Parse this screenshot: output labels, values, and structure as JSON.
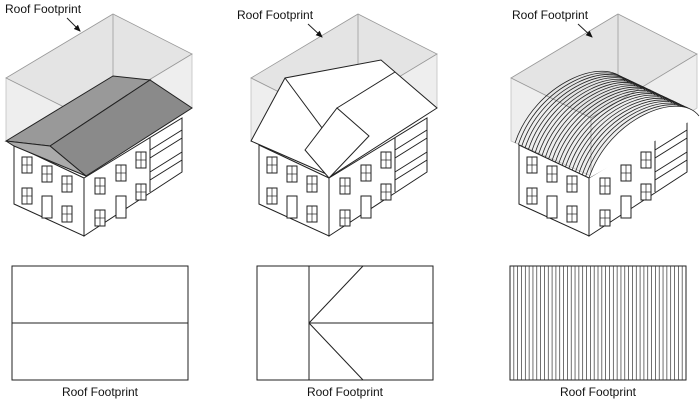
{
  "panels": [
    {
      "roof_type": "gable",
      "top_label": "Roof Footprint",
      "plan_label": "Roof Footprint"
    },
    {
      "roof_type": "cross-gable",
      "top_label": "Roof Footprint",
      "plan_label": "Roof Footprint"
    },
    {
      "roof_type": "barrel",
      "top_label": "Roof Footprint",
      "plan_label": "Roof Footprint"
    }
  ],
  "colors": {
    "footprint_fill": "#e4e4e4",
    "roof_fill": "#8a8a8a",
    "line": "#222222"
  }
}
